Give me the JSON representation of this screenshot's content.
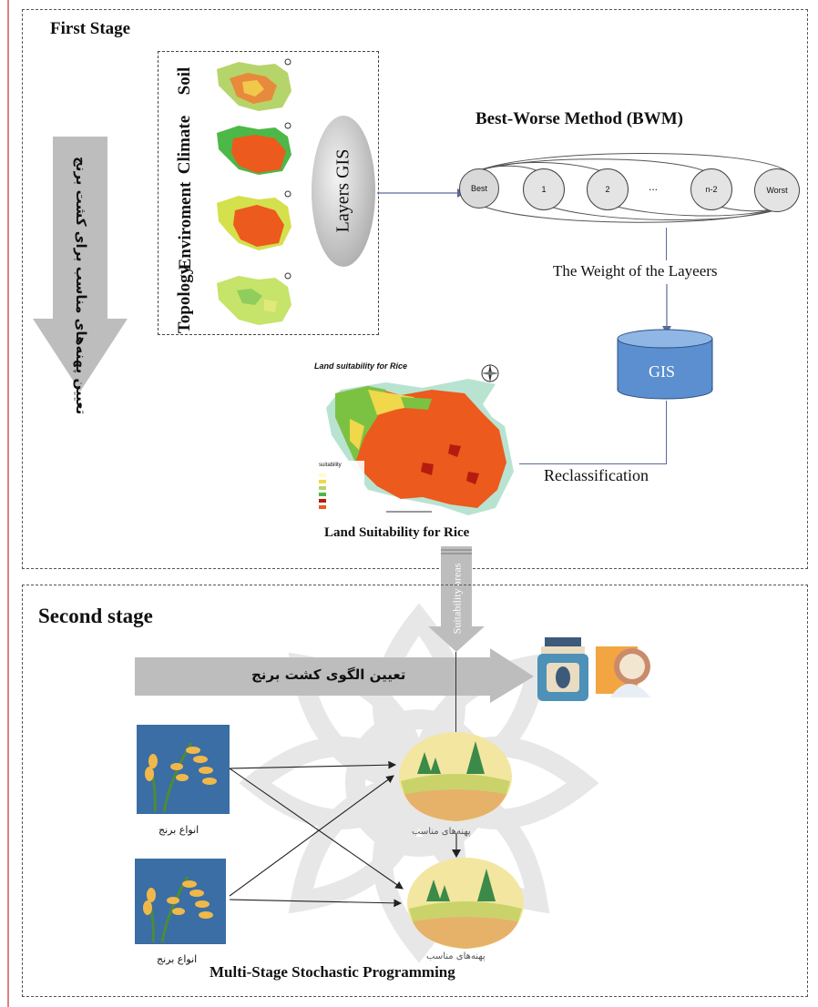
{
  "first_stage": {
    "title": "First Stage",
    "side_arrow_text": "تعیین پهنه‌های مناسب برای کشت برنج",
    "layers": [
      "Soil",
      "Climate",
      "Enviroment",
      "Topology"
    ],
    "gis_layers_label": "Layers GIS",
    "bwm": {
      "title": "Best-Worse Method (BWM)",
      "nodes": [
        "Best",
        "1",
        "2",
        "...",
        "n-2",
        "Worst"
      ]
    },
    "weight_label": "The Weight of the Layeers",
    "gis_label": "GIS",
    "reclass_label": "Reclassification",
    "map": {
      "title": "Land suitability for Rice",
      "legend_title": "suitability",
      "caption": "Land Suitability for Rice"
    },
    "down_arrow_text": "Suitability areas"
  },
  "second_stage": {
    "title": "Second stage",
    "arrow_text": "تعیین الگوی کشت برنج",
    "rice_label_1": "انواع برنج",
    "rice_label_2": "انواع برنج",
    "zone_label_1": "پهنه‌های مناسب",
    "zone_label_2": "پهنه‌های مناسب",
    "caption": "Multi-Stage Stochastic Programming"
  },
  "colors": {
    "frame": "#555555",
    "left_rule": "#e08080",
    "arrow_fill": "#bdbdbd",
    "gis_blue": "#5b8fcf",
    "map_orange": "#ec5a1d",
    "map_green": "#7cc242",
    "map_teal": "#a8dcc5",
    "node_gray": "#d9d9d9"
  },
  "icons": [
    "map-thumbnail-icon",
    "rice-plant-icon",
    "field-tree-icon",
    "grain-jar-icon",
    "flour-bag-icon",
    "compass-icon"
  ]
}
